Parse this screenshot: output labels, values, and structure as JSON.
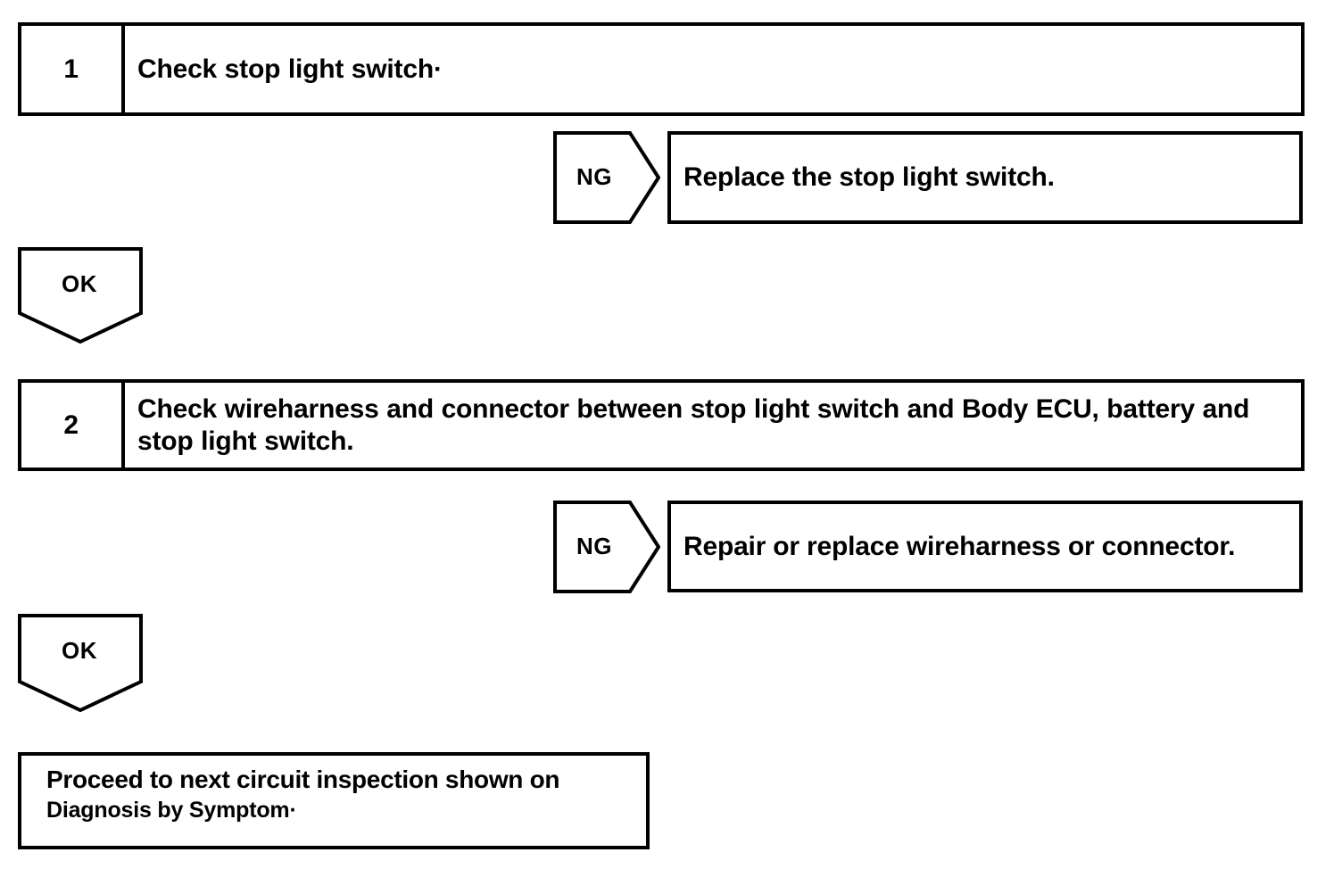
{
  "diagram": {
    "title": "Stop light switch circuit inspection flowchart",
    "line_color": "#000000",
    "background_color": "#ffffff"
  },
  "steps": [
    {
      "number": "1",
      "text": "Check stop light switch·"
    },
    {
      "number": "2",
      "text": "Check wireharness and connector between stop light switch and Body ECU, battery and stop light switch."
    }
  ],
  "branches": [
    {
      "marker": "NG",
      "result": "Replace the stop light switch."
    },
    {
      "marker": "NG",
      "result": "Repair or replace wireharness or connector."
    }
  ],
  "ok_markers": [
    {
      "marker": "OK"
    },
    {
      "marker": "OK"
    }
  ],
  "final": {
    "line1": "Proceed to next circuit inspection shown on",
    "line2": "Diagnosis by Symptom·"
  }
}
